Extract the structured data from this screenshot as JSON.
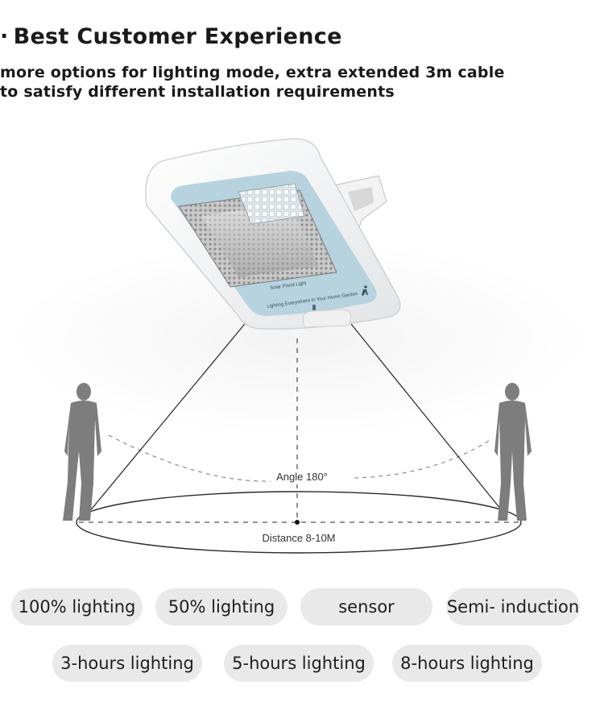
{
  "header": {
    "bullet": "·",
    "title": "Best Customer Experience",
    "subtitle_line1": "more options for lighting mode, extra extended 3m cable",
    "subtitle_line2": "to satisfy different installation requirements"
  },
  "lamp": {
    "product_name": "Solar Flood Light",
    "tagline": "Lighting Everywhere in Your Home Garden"
  },
  "diagram": {
    "angle_label": "Angle 180°",
    "distance_label": "Distance 8-10M"
  },
  "modes": {
    "row1": [
      "100% lighting",
      "50% lighting",
      "sensor",
      "Semi- induction"
    ],
    "row2": [
      "3-hours lighting",
      "5-hours lighting",
      "8-hours lighting"
    ]
  },
  "colors": {
    "pill_bg": "#e9e9e9",
    "panel_blue": "#b7d3df",
    "frame_white": "#f7f7f7",
    "person_gray": "#7d7d7d"
  }
}
